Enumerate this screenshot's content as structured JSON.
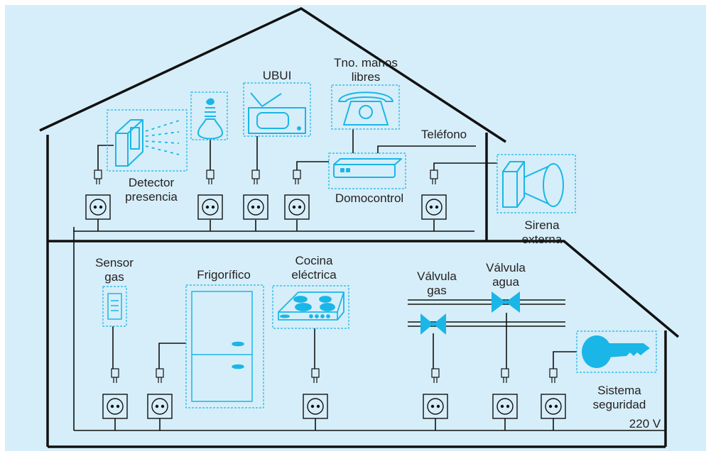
{
  "colors": {
    "background": "#d6eef9",
    "line": "#111111",
    "device": "#1ab6e8",
    "device_fill": "#d6eef9",
    "text": "#231f20"
  },
  "labels": {
    "ubui": "UBUI",
    "telefono_manos_libres": "Tno. manos\nlibres",
    "telefono": "Teléfono",
    "detector_presencia": "Detector\npresencia",
    "domocontrol": "Domocontrol",
    "sirena_externa": "Sirena\nexterna",
    "sensor_gas": "Sensor\ngas",
    "frigorifico": "Frigorífico",
    "cocina_electrica": "Cocina\neléctrica",
    "valvula_gas": "Válvula\ngas",
    "valvula_agua": "Válvula\nagua",
    "sistema_seguridad": "Sistema\nseguridad",
    "voltaje": "220 V"
  },
  "icons": [
    "motion-detector-icon",
    "light-bulb-icon",
    "television-icon",
    "telephone-icon",
    "domocontrol-unit-icon",
    "siren-icon",
    "gas-sensor-icon",
    "refrigerator-icon",
    "electric-cooker-icon",
    "gas-valve-icon",
    "water-valve-icon",
    "security-key-icon",
    "socket-icon",
    "plug-icon"
  ]
}
